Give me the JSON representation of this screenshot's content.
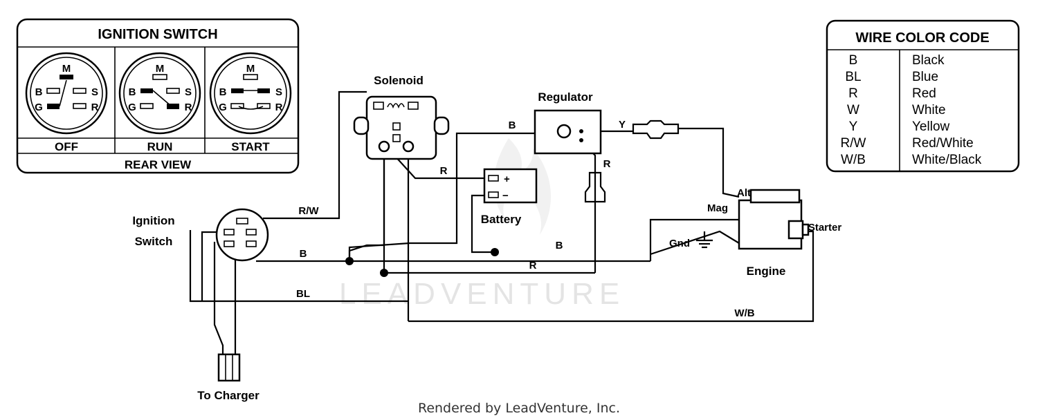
{
  "ignition_panel": {
    "title": "IGNITION SWITCH",
    "positions": [
      "OFF",
      "RUN",
      "START"
    ],
    "footer": "REAR VIEW",
    "terminals": {
      "m": "M",
      "b": "B",
      "s": "S",
      "g": "G",
      "r": "R"
    }
  },
  "legend": {
    "title": "WIRE COLOR CODE",
    "rows": [
      {
        "code": "B",
        "color": "Black"
      },
      {
        "code": "BL",
        "color": "Blue"
      },
      {
        "code": "R",
        "color": "Red"
      },
      {
        "code": "W",
        "color": "White"
      },
      {
        "code": "Y",
        "color": "Yellow"
      },
      {
        "code": "R/W",
        "color": "Red/White"
      },
      {
        "code": "W/B",
        "color": "White/Black"
      }
    ]
  },
  "components": {
    "solenoid": "Solenoid",
    "regulator": "Regulator",
    "battery": "Battery",
    "ignition_switch_line1": "Ignition",
    "ignition_switch_line2": "Switch",
    "to_charger": "To Charger",
    "engine": "Engine",
    "alt": "Alt",
    "mag": "Mag",
    "starter": "Starter",
    "gnd": "Gnd",
    "battery_plus": "+",
    "battery_minus": "−"
  },
  "wire_labels": {
    "rw": "R/W",
    "b_switch": "B",
    "bl": "BL",
    "r_solenoid": "R",
    "b_regulator": "B",
    "y_regulator": "Y",
    "r_regulator": "R",
    "b_battery": "B",
    "r_bottom": "R",
    "wb": "W/B"
  },
  "watermark": "LEADVENTURE",
  "footer": "Rendered by LeadVenture, Inc."
}
